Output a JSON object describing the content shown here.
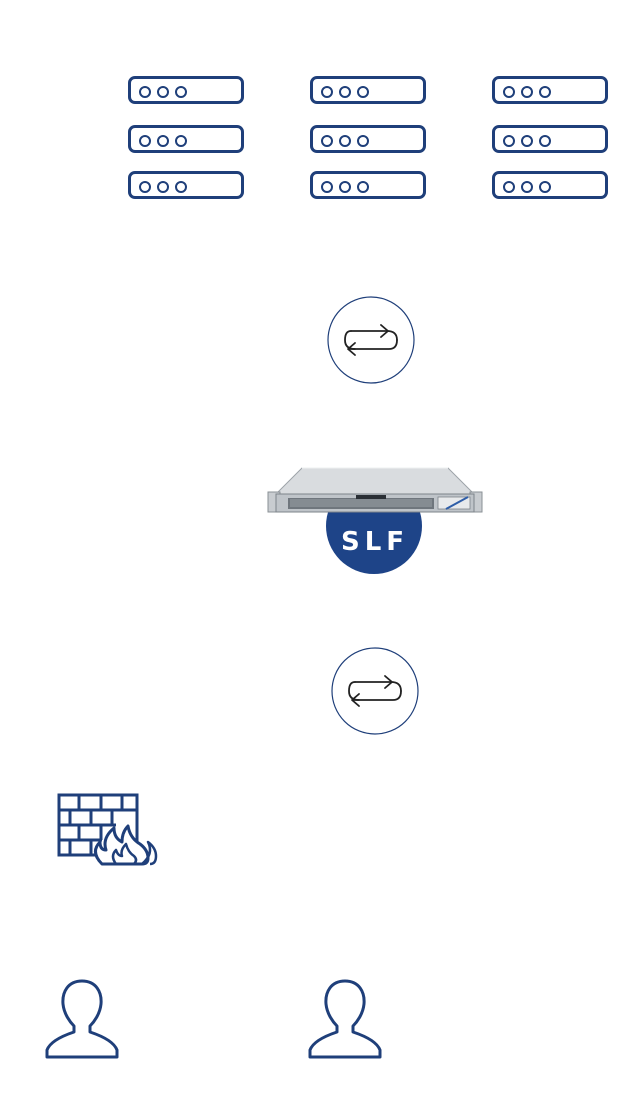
{
  "diagram": {
    "servers": {
      "rows": 3,
      "columns": 3,
      "icon": "server-rack-icon"
    },
    "exchange_icons": [
      "exchange-arrows-icon",
      "exchange-arrows-icon"
    ],
    "appliance": {
      "icon": "appliance-server-icon",
      "badge_label": "SLF"
    },
    "firewall": {
      "icon": "firewall-icon"
    },
    "users": [
      "user-icon",
      "user-icon"
    ],
    "colors": {
      "primary": "#1f3f7a",
      "badge": "#1e4488",
      "appliance_body": "#c7cbd0"
    }
  }
}
